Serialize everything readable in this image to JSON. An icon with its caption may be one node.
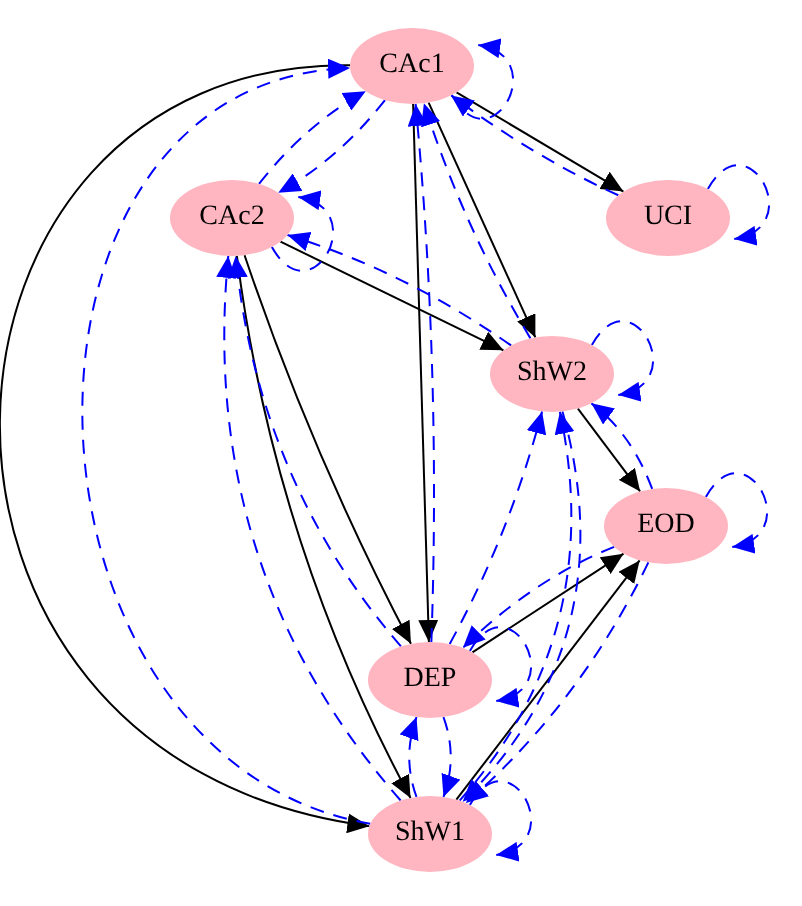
{
  "diagram": {
    "nodes": [
      {
        "text": [
          "CAc1"
        ]
      },
      {
        "text": [
          "CAc2"
        ]
      },
      {
        "text": [
          "UCI"
        ]
      },
      {
        "text": [
          "ShW2"
        ]
      },
      {
        "text": [
          "EOD"
        ]
      },
      {
        "text": [
          "DEP"
        ]
      },
      {
        "text": [
          "ShW1"
        ]
      }
    ],
    "edges": [
      {
        "from": 0,
        "to": 2,
        "arrow": "to",
        "color": "#000000"
      },
      {
        "from": 0,
        "to": 3,
        "arrow": "to",
        "color": "#000000"
      },
      {
        "from": 0,
        "to": 5,
        "arrow": "to",
        "color": "#000000"
      },
      {
        "from": 0,
        "to": 6,
        "arrow": "to",
        "color": "#000000"
      },
      {
        "from": 1,
        "to": 3,
        "arrow": "to",
        "color": "#000000"
      },
      {
        "from": 1,
        "to": 5,
        "arrow": "to",
        "color": "#000000"
      },
      {
        "from": 1,
        "to": 6,
        "arrow": "to",
        "color": "#000000"
      },
      {
        "from": 3,
        "to": 4,
        "arrow": "to",
        "color": "#000000"
      },
      {
        "from": 5,
        "to": 4,
        "arrow": "to",
        "color": "#000000"
      },
      {
        "from": 6,
        "to": 4,
        "arrow": "to",
        "color": "#000000"
      },
      {
        "from": 0,
        "to": 0,
        "arrow": "to",
        "style": "dashed"
      },
      {
        "from": 1,
        "to": 1,
        "arrow": "to",
        "style": "dashed"
      },
      {
        "from": 2,
        "to": 2,
        "arrow": "to",
        "style": "dashed"
      },
      {
        "from": 3,
        "to": 3,
        "arrow": "to",
        "style": "dashed"
      },
      {
        "from": 4,
        "to": 4,
        "arrow": "to",
        "style": "dashed"
      },
      {
        "from": 5,
        "to": 5,
        "arrow": "to",
        "style": "dashed"
      },
      {
        "from": 6,
        "to": 6,
        "arrow": "to",
        "style": "dashed"
      },
      {
        "from": 2,
        "to": 0,
        "arrow": "to",
        "style": "dashed"
      },
      {
        "from": 1,
        "to": 0,
        "arrow": "to",
        "style": "dashed"
      },
      {
        "from": 0,
        "to": 1,
        "arrow": "to",
        "style": "dashed"
      },
      {
        "from": 6,
        "to": 0,
        "arrow": "to",
        "style": "dashed"
      },
      {
        "from": 5,
        "to": 0,
        "arrow": "to",
        "style": "dashed"
      },
      {
        "from": 3,
        "to": 0,
        "arrow": "to",
        "style": "dashed"
      },
      {
        "from": 3,
        "to": 1,
        "arrow": "to",
        "style": "dashed"
      },
      {
        "from": 5,
        "to": 1,
        "arrow": "to",
        "style": "dashed"
      },
      {
        "from": 6,
        "to": 1,
        "arrow": "to",
        "style": "dashed"
      },
      {
        "from": 5,
        "to": 3,
        "arrow": "to",
        "style": "dashed"
      },
      {
        "from": 4,
        "to": 3,
        "arrow": "to",
        "style": "dashed"
      },
      {
        "from": 6,
        "to": 3,
        "arrow": "to",
        "style": "dashed"
      },
      {
        "from": 4,
        "to": 5,
        "arrow": "to",
        "style": "dashed"
      },
      {
        "from": 6,
        "to": 5,
        "arrow": "to",
        "style": "dashed"
      },
      {
        "from": 5,
        "to": 6,
        "arrow": "to",
        "style": "dashed"
      },
      {
        "from": 4,
        "to": 6,
        "arrow": "to",
        "style": "dashed"
      },
      {
        "from": 3,
        "to": 6,
        "arrow": "to",
        "style": "dashed"
      }
    ]
  }
}
